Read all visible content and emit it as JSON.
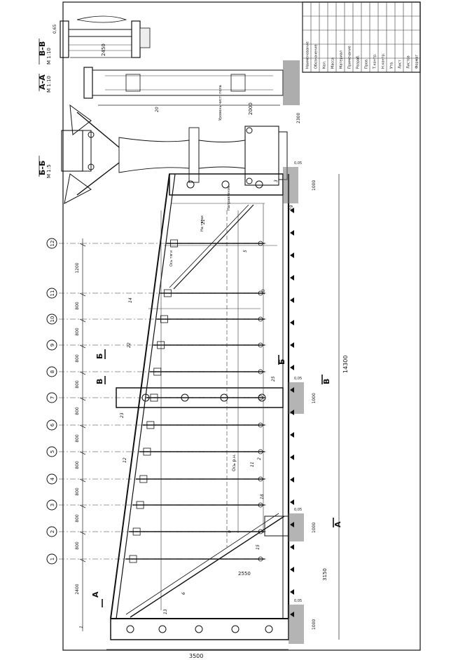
{
  "sections": {
    "vv": {
      "title": "В-В",
      "scale": "М 1:10",
      "dim": "2450",
      "dim2": "0,65"
    },
    "aa": {
      "title": "А-А",
      "scale": "М 1:10",
      "dim": "2000",
      "note": "Уровень чист. пола"
    },
    "bb": {
      "title": "Б-Б",
      "scale": "М 1:5",
      "dim": "2300"
    }
  },
  "elevation": {
    "axis_markers": [
      "1",
      "2",
      "3",
      "4",
      "5",
      "6",
      "7",
      "8",
      "9",
      "10",
      "11",
      "12"
    ],
    "spacings": [
      "2400",
      "800",
      "800",
      "800",
      "800",
      "800",
      "800",
      "800",
      "800",
      "800",
      "800",
      "1200"
    ],
    "overall_length": "14300",
    "height": "3500",
    "support_widths": [
      "1000",
      "1000",
      "1000",
      "1000"
    ],
    "support_gaps": [
      "0,05",
      "0,05",
      "0,05",
      "0,05"
    ],
    "span_dims": [
      "3150",
      "2550"
    ],
    "cut_labels": {
      "a": "А",
      "b": "Б",
      "v": "В"
    },
    "part_numbers": [
      "1",
      "2",
      "3",
      "5",
      "6",
      "9",
      "10",
      "11",
      "12",
      "13",
      "14",
      "15",
      "18",
      "19",
      "20",
      "21",
      "22",
      "23",
      "25"
    ],
    "notes": [
      "Ось р.н.",
      "На тягах",
      "Направление",
      "Ось тяги"
    ]
  },
  "title_block": {
    "rows": [
      "Наименование",
      "Обозначение",
      "Кол.",
      "Масса",
      "Материал",
      "Примечание",
      "Разраб.",
      "Пров.",
      "Т.контр.",
      "Н.контр.",
      "Утв.",
      "Лист",
      "Листов",
      "Формат"
    ]
  }
}
